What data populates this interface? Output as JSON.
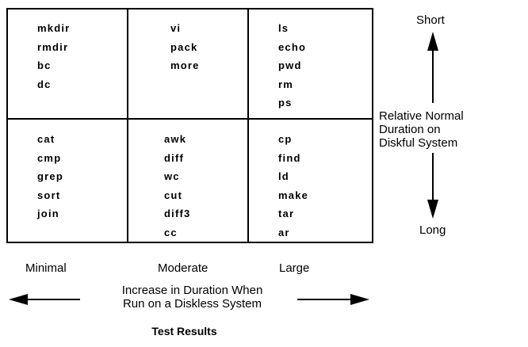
{
  "grid": {
    "short_minimal": [
      "mkdir",
      "rmdir",
      "bc",
      "dc"
    ],
    "short_moderate": [
      "vi",
      "pack",
      "more"
    ],
    "short_large": [
      "ls",
      "echo",
      "pwd",
      "rm",
      "ps"
    ],
    "long_minimal": [
      "cat",
      "cmp",
      "grep",
      "sort",
      "join"
    ],
    "long_moderate": [
      "awk",
      "diff",
      "wc",
      "cut",
      "diff3",
      "cc"
    ],
    "long_large": [
      "cp",
      "find",
      "ld",
      "make",
      "tar",
      "ar"
    ]
  },
  "vertical_axis": {
    "top_label": "Short",
    "description_lines": [
      "Relative Normal",
      "Duration on",
      "Diskful System"
    ],
    "bottom_label": "Long"
  },
  "horizontal_axis": {
    "categories": [
      "Minimal",
      "Moderate",
      "Large"
    ],
    "description_lines": [
      "Increase in Duration When",
      "Run on a Diskless System"
    ]
  },
  "caption": "Test Results"
}
